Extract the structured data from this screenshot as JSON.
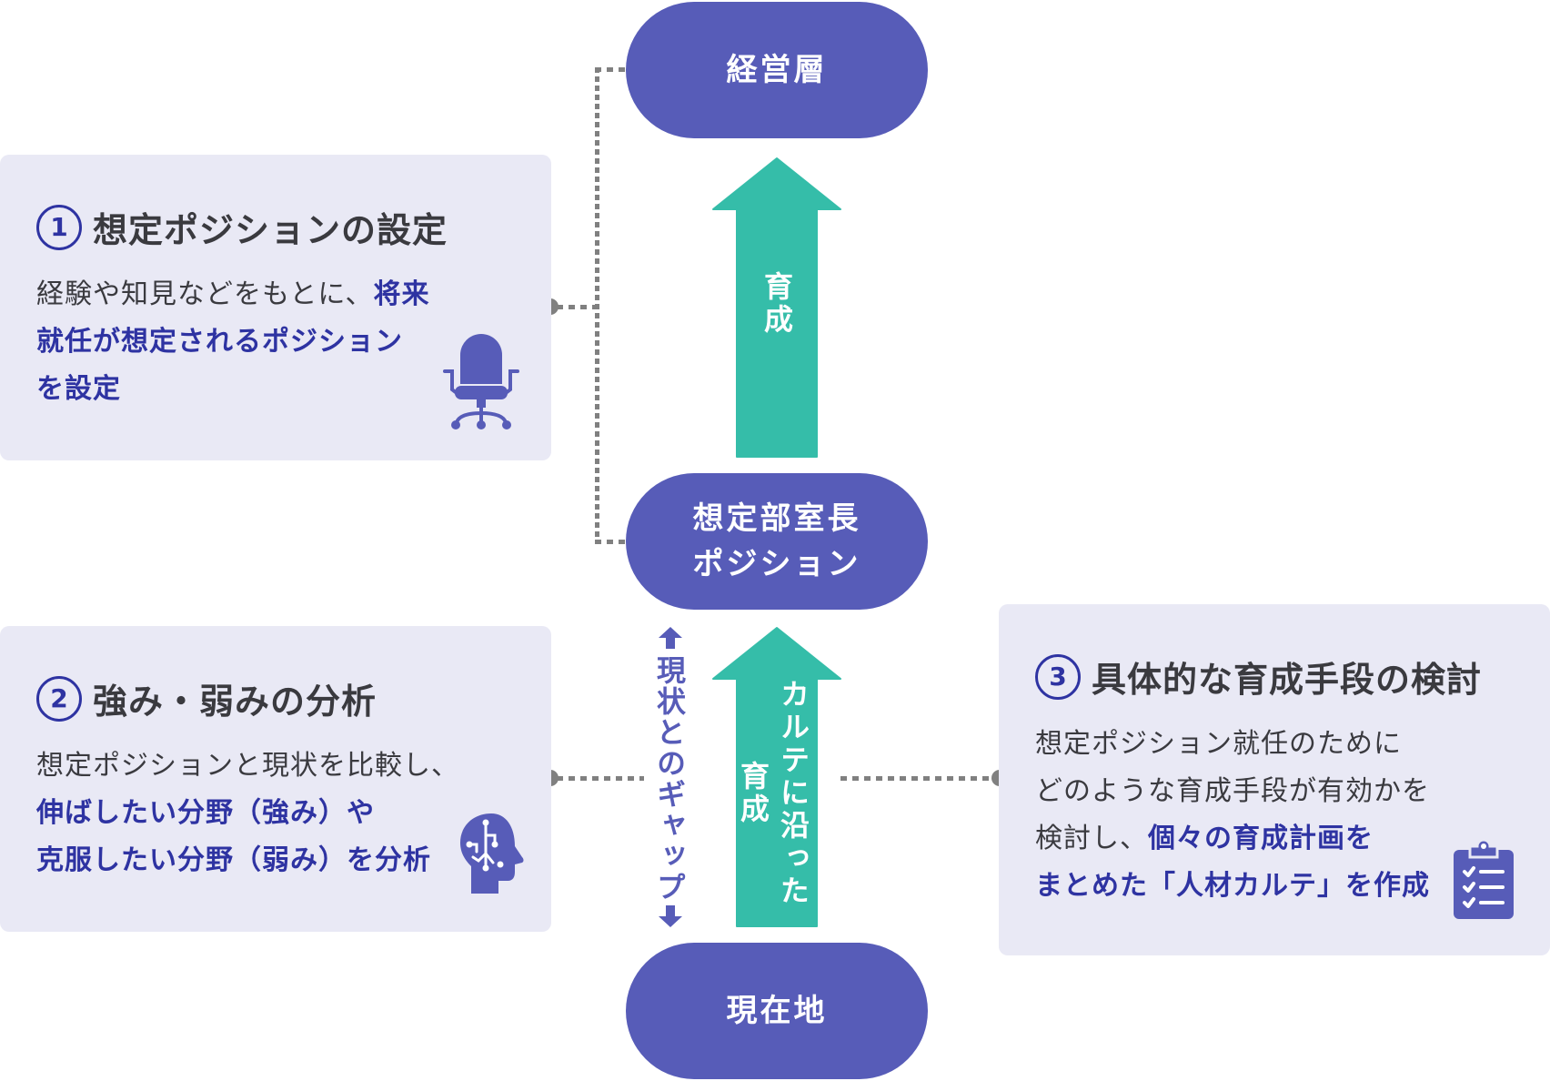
{
  "colors": {
    "pill": "#575cb8",
    "arrow": "#35bda9",
    "card_bg": "#e9e9f5",
    "highlight": "#2e33a2",
    "text": "#3a3a3f",
    "connector": "#808080"
  },
  "levels": {
    "top": {
      "lines": [
        "経営層"
      ]
    },
    "middle": {
      "lines": [
        "想定部室長",
        "ポジション"
      ]
    },
    "bottom": {
      "lines": [
        "現在地"
      ]
    }
  },
  "arrows": {
    "upper": {
      "label": "育成"
    },
    "lower": {
      "label_right": "カルテに沿った",
      "label_left": "育成"
    }
  },
  "gap_label": "現状とのギャップ",
  "cards": [
    {
      "number": "1",
      "title": "想定ポジションの設定",
      "body": [
        [
          {
            "text": "経験や知見などをもとに、",
            "hl": false
          },
          {
            "text": "将来",
            "hl": true
          }
        ],
        [
          {
            "text": "就任が想定されるポジション",
            "hl": true
          }
        ],
        [
          {
            "text": "を設定",
            "hl": true
          }
        ]
      ],
      "icon": "office-chair-icon"
    },
    {
      "number": "2",
      "title": "強み・弱みの分析",
      "body": [
        [
          {
            "text": "想定ポジションと現状を比較し、",
            "hl": false
          }
        ],
        [
          {
            "text": "伸ばしたい分野（強み）や",
            "hl": true
          }
        ],
        [
          {
            "text": "克服したい分野（弱み）を分析",
            "hl": true
          }
        ]
      ],
      "icon": "head-circuit-icon"
    },
    {
      "number": "3",
      "title": "具体的な育成手段の検討",
      "body": [
        [
          {
            "text": "想定ポジション就任のために",
            "hl": false
          }
        ],
        [
          {
            "text": "どのような育成手段が有効かを",
            "hl": false
          }
        ],
        [
          {
            "text": "検討し、",
            "hl": false
          },
          {
            "text": "個々の育成計画を",
            "hl": true
          }
        ],
        [
          {
            "text": "まとめた「人材カルテ」を作成",
            "hl": true
          }
        ]
      ],
      "icon": "clipboard-checklist-icon"
    }
  ]
}
